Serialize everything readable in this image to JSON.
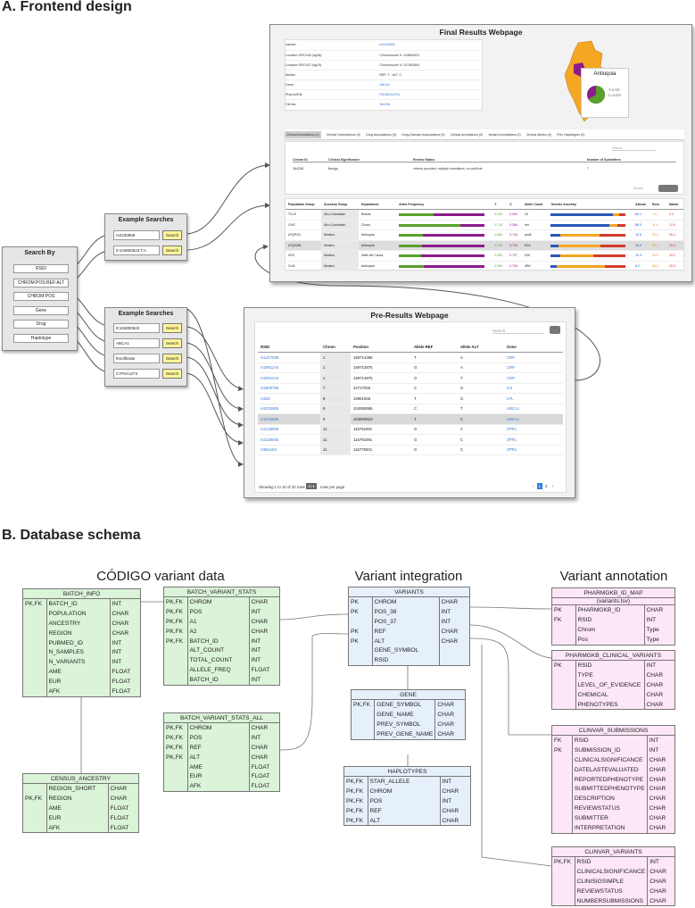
{
  "section_a": "A. Frontend design",
  "section_b": "B. Database schema",
  "search_by": {
    "title": "Search By",
    "items": [
      "RSID",
      "CHROM:POS:REF:ALT",
      "CHROM:POS",
      "Gene",
      "Drug",
      "Haplotype"
    ]
  },
  "example1": {
    "title": "Example Searches",
    "rows": [
      {
        "value": "rs2230808",
        "btn": "Search"
      },
      {
        "value": "9:104800523:T:A",
        "btn": "Search"
      }
    ]
  },
  "example2": {
    "title": "Example Searches",
    "rows": [
      {
        "value": "9:104800523",
        "btn": "Search"
      },
      {
        "value": "ABCA1",
        "btn": "Search"
      },
      {
        "value": "fenofibrate",
        "btn": "Search"
      },
      {
        "value": "CYP2A12*3",
        "btn": "Search"
      }
    ]
  },
  "final": {
    "title": "Final Results Webpage",
    "info": [
      [
        "Variant:",
        "rs2230808"
      ],
      [
        "Location GRCh38 (hg38):",
        "Chromosome 9: 104800523"
      ],
      [
        "Location GRCh37 (hg19):",
        "Chromosome 9: 107562804"
      ],
      [
        "Alleles:",
        "REF: T · ALT: C"
      ],
      [
        "Gene:",
        "ABCA1"
      ],
      [
        "PharmGKB:",
        "PA166154794"
      ],
      [
        "ClinVar:",
        "364258"
      ]
    ],
    "map_label": "Antioquia",
    "map_legend": [
      "T: 0.727",
      "C: 0.273"
    ],
    "tabs": [
      "Clinical Annotations (1)",
      "Clinical Submissions (0)",
      "Drug Associations (0)",
      "Drug-Disease Associations (0)",
      "Clinical Annotations (0)",
      "Variant Annotations (0)",
      "Clinical Alleles (0)",
      "PGx Haplotypes (0)"
    ],
    "search": "Search",
    "clin_head": [
      "Clinvar ID",
      "Clinical Significance",
      "Review Status",
      "Number of Submitters"
    ],
    "clin_row": [
      "364258",
      "Benign",
      "criteria provided, multiple submitters, no conflicts",
      "7"
    ],
    "pop_head": [
      "Population Group",
      "Ancestry Group",
      "Department",
      "Allele Frequency",
      "T",
      "C",
      "Allele Count",
      "Genetic Ancestry",
      "African",
      "Euro",
      "Native"
    ],
    "pop_rows": [
      [
        "TCLS",
        "Afro-Colombian",
        "Bolivar",
        "0.410",
        "0.590",
        "24",
        "84.1",
        "7.5",
        "9.4"
      ],
      [
        "CHG",
        "Afro-Colombian",
        "Chocó",
        "0.714",
        "0.286",
        "irrn",
        "86.0",
        "11.5",
        "12.6"
      ],
      [
        "ATQPGC",
        "Mestizo",
        "Antioquia",
        "0.284",
        "0.716",
        "pruill",
        "12.6",
        "52.0",
        "35.4"
      ],
      [
        "ATQGDB",
        "Mestizo",
        "Antioquia",
        "0.270",
        "0.730",
        "RJA",
        "10.6",
        "56.1",
        "33.3"
      ],
      [
        "VDC",
        "Mestizo",
        "Valle del Cauca",
        "0.263",
        "0.737",
        "V20",
        "12.3",
        "44.5",
        "43.2"
      ],
      [
        "CLM",
        "Mestizo",
        "Antioquia",
        "0.294",
        "0.706",
        "4R6",
        "8.2",
        "63.3",
        "28.5"
      ]
    ]
  },
  "pre": {
    "title": "Pre-Results Webpage",
    "search": "Search",
    "head": [
      "RSID",
      "Chrom",
      "Position",
      "Allele REF",
      "Allele ALT",
      "Gene"
    ],
    "rows": [
      [
        "rs1417938",
        "1",
        "159714396",
        "T",
        "A",
        "CRP"
      ],
      [
        "rs3091244",
        "1",
        "159714875",
        "G",
        "A",
        "CRP"
      ],
      [
        "rs3091244",
        "1",
        "159714875",
        "G",
        "T",
        "CRP"
      ],
      [
        "rs1800795",
        "7",
        "22727026",
        "C",
        "G",
        "IL6"
      ],
      [
        "rs320",
        "8",
        "19961566",
        "T",
        "G",
        "LPL"
      ],
      [
        "rs2230806",
        "9",
        "104858586",
        "C",
        "T",
        "ABCA1"
      ],
      [
        "rs2230808",
        "9",
        "104800523",
        "T",
        "C",
        "ABCA1"
      ],
      [
        "rs3135506",
        "11",
        "116791691",
        "G",
        "A",
        "ZPR1"
      ],
      [
        "rs3135506",
        "11",
        "116791691",
        "G",
        "C",
        "ZPR1"
      ],
      [
        "rs964184",
        "11",
        "116778201",
        "G",
        "C",
        "ZPR1"
      ]
    ],
    "footer": "Showing 1 to 10 of 20 rows",
    "per_page_val": "10 ▾",
    "per_page": "rows per page",
    "pages": [
      "‹",
      "1",
      "2",
      "›"
    ]
  },
  "schema": {
    "groups": [
      "CÓDIGO variant data",
      "Variant integration",
      "Variant annotation"
    ],
    "batch_info": {
      "name": "BATCH_INFO",
      "rows": [
        [
          "PK,FK",
          "BATCH_ID",
          "INT"
        ],
        [
          "",
          "POPULATION",
          "CHAR"
        ],
        [
          "",
          "ANCESTRY",
          "CHAR"
        ],
        [
          "",
          "REGION",
          "CHAR"
        ],
        [
          "",
          "PUBMED_ID",
          "INT"
        ],
        [
          "",
          "N_SAMPLES",
          "INT"
        ],
        [
          "",
          "N_VARIANTS",
          "INT"
        ],
        [
          "",
          "AME",
          "FLOAT"
        ],
        [
          "",
          "EUR",
          "FLOAT"
        ],
        [
          "",
          "AFK",
          "FLOAT"
        ]
      ]
    },
    "census": {
      "name": "CENSUS_ANCESTRY",
      "rows": [
        [
          "",
          "REGION_SHORT",
          "CHAR"
        ],
        [
          "PK,FK",
          "REGION",
          "CHAR"
        ],
        [
          "",
          "AME",
          "FLOAT"
        ],
        [
          "",
          "EUR",
          "FLOAT"
        ],
        [
          "",
          "AFK",
          "FLOAT"
        ]
      ]
    },
    "bvs": {
      "name": "BATCH_VARIANT_STATS",
      "rows": [
        [
          "PK,FK",
          "CHROM",
          "CHAR"
        ],
        [
          "PK,FK",
          "POS",
          "INT"
        ],
        [
          "PK,FK",
          "A1",
          "CHAR"
        ],
        [
          "PK,FK",
          "A2",
          "CHAR"
        ],
        [
          "PK,FK",
          "BATCH_ID",
          "INT"
        ],
        [
          "",
          "ALT_COUNT",
          "INT"
        ],
        [
          "",
          "TOTAL_COUNT",
          "INT"
        ],
        [
          "",
          "ALLELE_FREQ",
          "FLOAT"
        ],
        [
          "",
          "BATCH_ID",
          "INT"
        ]
      ]
    },
    "bvsa": {
      "name": "BATCH_VARIANT_STATS_ALL",
      "rows": [
        [
          "PK,FK",
          "CHROM",
          "CHAR"
        ],
        [
          "PK,FK",
          "POS",
          "INT"
        ],
        [
          "PK,FK",
          "REF",
          "CHAR"
        ],
        [
          "PK,FK",
          "ALT",
          "CHAR"
        ],
        [
          "",
          "AME",
          "FLOAT"
        ],
        [
          "",
          "EUR",
          "FLOAT"
        ],
        [
          "",
          "AFK",
          "FLOAT"
        ]
      ]
    },
    "variants": {
      "name": "VARIANTS",
      "rows": [
        [
          "PK",
          "CHROM",
          "CHAR"
        ],
        [
          "PK",
          "POS_38",
          "INT"
        ],
        [
          "",
          "POS_37",
          "INT"
        ],
        [
          "PK",
          "REF",
          "CHAR"
        ],
        [
          "PK",
          "ALT",
          "CHAR"
        ],
        [
          "",
          "GENE_SYMBOL",
          ""
        ],
        [
          "",
          "RSID",
          ""
        ]
      ]
    },
    "gene": {
      "name": "GENE",
      "rows": [
        [
          "PK,FK",
          "GENE_SYMBOL",
          "CHAR"
        ],
        [
          "",
          "GENE_NAME",
          "CHAR"
        ],
        [
          "",
          "PREV_SYMBOL",
          "CHAR"
        ],
        [
          "",
          "PREV_GENE_NAME",
          "CHAR"
        ]
      ]
    },
    "haplo": {
      "name": "HAPLOTYPES",
      "rows": [
        [
          "PK,FK",
          "STAR_ALLELE",
          "INT"
        ],
        [
          "PK,FK",
          "CHROM",
          "CHAR"
        ],
        [
          "PK,FK",
          "POS",
          "INT"
        ],
        [
          "PK,FK",
          "REF",
          "CHAR"
        ],
        [
          "PK,FK",
          "ALT",
          "CHAR"
        ]
      ]
    },
    "pharm_map": {
      "name": "PHARMGKB_ID_MAP",
      "sub": "(variants.tsv)",
      "rows": [
        [
          "PK",
          "PHARMGKB_ID",
          "CHAR"
        ],
        [
          "FK",
          "RSID",
          "INT"
        ],
        [
          "",
          "Chrom",
          "Type"
        ],
        [
          "",
          "Pos",
          "Type"
        ]
      ]
    },
    "pharm_clin": {
      "name": "PHARMGKB_CLINICAL_VARIANTS",
      "rows": [
        [
          "PK",
          "RSID",
          "INT"
        ],
        [
          "",
          "TYPE",
          "CHAR"
        ],
        [
          "",
          "LEVEL_OF_EVIDENCE",
          "CHAR"
        ],
        [
          "",
          "CHEMICAL",
          "CHAR"
        ],
        [
          "",
          "PHENOTYPES",
          "CHAR"
        ]
      ]
    },
    "clinvar_sub": {
      "name": "CLINVAR_SUBMISSIONS",
      "rows": [
        [
          "FK",
          "RSID",
          "INT"
        ],
        [
          "PK",
          "SUBMISSION_ID",
          "INT"
        ],
        [
          "",
          "CLINICALSIGNIFICANCE",
          "CHAR"
        ],
        [
          "",
          "DATELASTEVALUATED",
          "CHAR"
        ],
        [
          "",
          "REPORTEDPHENOTYPE",
          "CHAR"
        ],
        [
          "",
          "SUBMITTEDPHENOTYPE",
          "CHAR"
        ],
        [
          "",
          "DESCRIPTION",
          "CHAR"
        ],
        [
          "",
          "REVIEWSTATUS",
          "CHAR"
        ],
        [
          "",
          "SUBMITTER",
          "CHAR"
        ],
        [
          "",
          "INTERPRETATION",
          "CHAR"
        ]
      ]
    },
    "clinvar_var": {
      "name": "CLINVAR_VARIANTS",
      "rows": [
        [
          "PK,FK",
          "RSID",
          "INT"
        ],
        [
          "",
          "CLINICALSIGNIFICANCE",
          "CHAR"
        ],
        [
          "",
          "CLINISIGSIMPLE",
          "CHAR"
        ],
        [
          "",
          "REVIEWSTATUS",
          "CHAR"
        ],
        [
          "",
          "NUMBERSUBMISSIONS",
          "CHAR"
        ]
      ]
    }
  }
}
